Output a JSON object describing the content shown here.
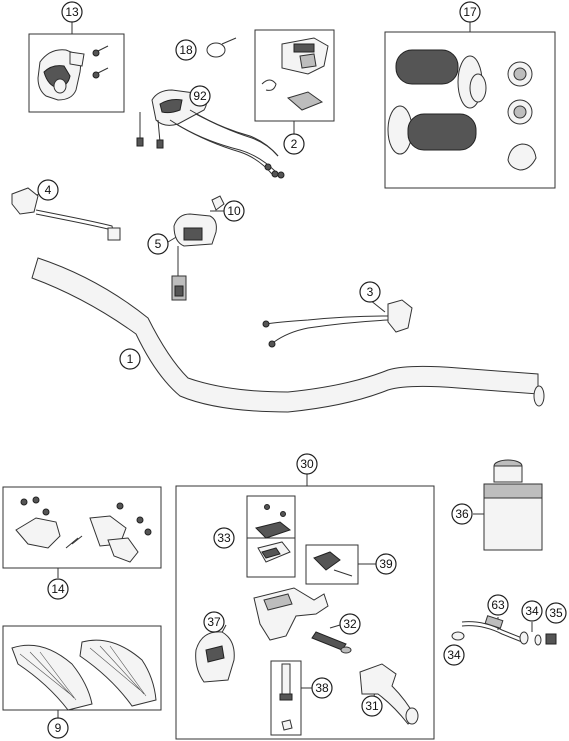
{
  "callouts": {
    "c13": "13",
    "c18": "18",
    "c92": "92",
    "c2": "2",
    "c17": "17",
    "c4": "4",
    "c10": "10",
    "c5": "5",
    "c3": "3",
    "c1": "1",
    "c30": "30",
    "c36": "36",
    "c14": "14",
    "c33": "33",
    "c39": "39",
    "c37": "37",
    "c32": "32",
    "c63": "63",
    "c34a": "34",
    "c35": "35",
    "c34b": "34",
    "c38": "38",
    "c31": "31",
    "c9": "9"
  },
  "colors": {
    "line": "#333333",
    "fill": "#f4f4f4",
    "dark": "#555555"
  }
}
